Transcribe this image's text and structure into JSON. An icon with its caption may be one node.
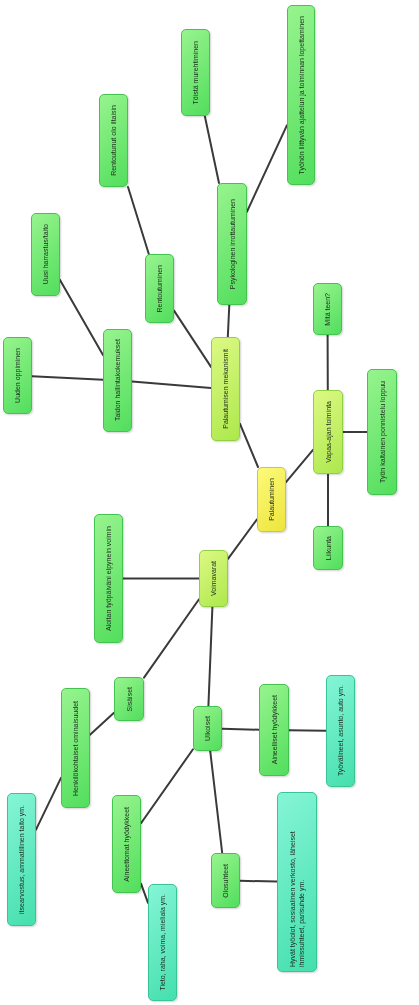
{
  "diagram": {
    "nodes": [
      {
        "text": [
          "Palautuminen"
        ]
      },
      {
        "text": [
          "Palautumisen mekanismit"
        ]
      },
      {
        "text": [
          "Psykologinen irrottautuminen"
        ]
      },
      {
        "text": [
          "Töistä murehtiminen"
        ]
      },
      {
        "text": [
          "Työhön liittyvän ajattelun ja toiminnan lopettaminen"
        ]
      },
      {
        "text": [
          "Rentoutuminen"
        ]
      },
      {
        "text": [
          "Rentoutunut olo iltaisin"
        ]
      },
      {
        "text": [
          "Taidon hallintakokemukset"
        ]
      },
      {
        "text": [
          "Uusi harrastus/taito"
        ]
      },
      {
        "text": [
          "Uuden oppiminen"
        ]
      },
      {
        "text": [
          "Vapaa-ajan toiminta"
        ]
      },
      {
        "text": [
          "Mitä teen?"
        ]
      },
      {
        "text": [
          "Työn kaltainen ponnistelu loppuu"
        ]
      },
      {
        "text": [
          "Liikunta"
        ]
      },
      {
        "text": [
          "Voimavarat"
        ]
      },
      {
        "text": [
          "Aloitan työpäiväni elpynein voimin"
        ]
      },
      {
        "text": [
          "Sisäiset"
        ]
      },
      {
        "text": [
          "Henkilökohtaiset ominaisuudet"
        ]
      },
      {
        "text": [
          "itsearvostus, ammatillinen taito ym."
        ]
      },
      {
        "text": [
          "Ulkoiset"
        ]
      },
      {
        "text": [
          "Aineelliset hyödykkeet"
        ]
      },
      {
        "text": [
          "Työvälineet, asunto, auto ym."
        ]
      },
      {
        "text": [
          "Aineettomat hyödykkeet"
        ]
      },
      {
        "text": [
          "Tieto, raha, voima, mieliala ym."
        ]
      },
      {
        "text": [
          "Olosuhteet"
        ]
      },
      {
        "text": [
          "Hyvät työolot, sosiaalinen verkosto, läheiset ihmissuhteet, parisuhde ym."
        ]
      }
    ],
    "edges": [
      {
        "from": 0,
        "to": 1,
        "arrow": "none"
      },
      {
        "from": 1,
        "to": 2,
        "arrow": "none"
      },
      {
        "from": 2,
        "to": 3,
        "arrow": "none"
      },
      {
        "from": 2,
        "to": 4,
        "arrow": "none"
      },
      {
        "from": 1,
        "to": 5,
        "arrow": "none"
      },
      {
        "from": 5,
        "to": 6,
        "arrow": "none"
      },
      {
        "from": 1,
        "to": 7,
        "arrow": "none"
      },
      {
        "from": 7,
        "to": 8,
        "arrow": "none"
      },
      {
        "from": 7,
        "to": 9,
        "arrow": "none"
      },
      {
        "from": 0,
        "to": 10,
        "arrow": "none"
      },
      {
        "from": 10,
        "to": 11,
        "arrow": "none"
      },
      {
        "from": 10,
        "to": 12,
        "arrow": "none"
      },
      {
        "from": 10,
        "to": 13,
        "arrow": "none"
      },
      {
        "from": 0,
        "to": 14,
        "arrow": "none"
      },
      {
        "from": 14,
        "to": 15,
        "arrow": "none"
      },
      {
        "from": 14,
        "to": 16,
        "arrow": "none"
      },
      {
        "from": 16,
        "to": 17,
        "arrow": "none"
      },
      {
        "from": 17,
        "to": 18,
        "arrow": "none"
      },
      {
        "from": 14,
        "to": 19,
        "arrow": "none"
      },
      {
        "from": 19,
        "to": 20,
        "arrow": "none"
      },
      {
        "from": 20,
        "to": 21,
        "arrow": "none"
      },
      {
        "from": 19,
        "to": 22,
        "arrow": "none"
      },
      {
        "from": 22,
        "to": 23,
        "arrow": "none"
      },
      {
        "from": 19,
        "to": 24,
        "arrow": "none"
      },
      {
        "from": 24,
        "to": 25,
        "arrow": "none"
      }
    ]
  }
}
